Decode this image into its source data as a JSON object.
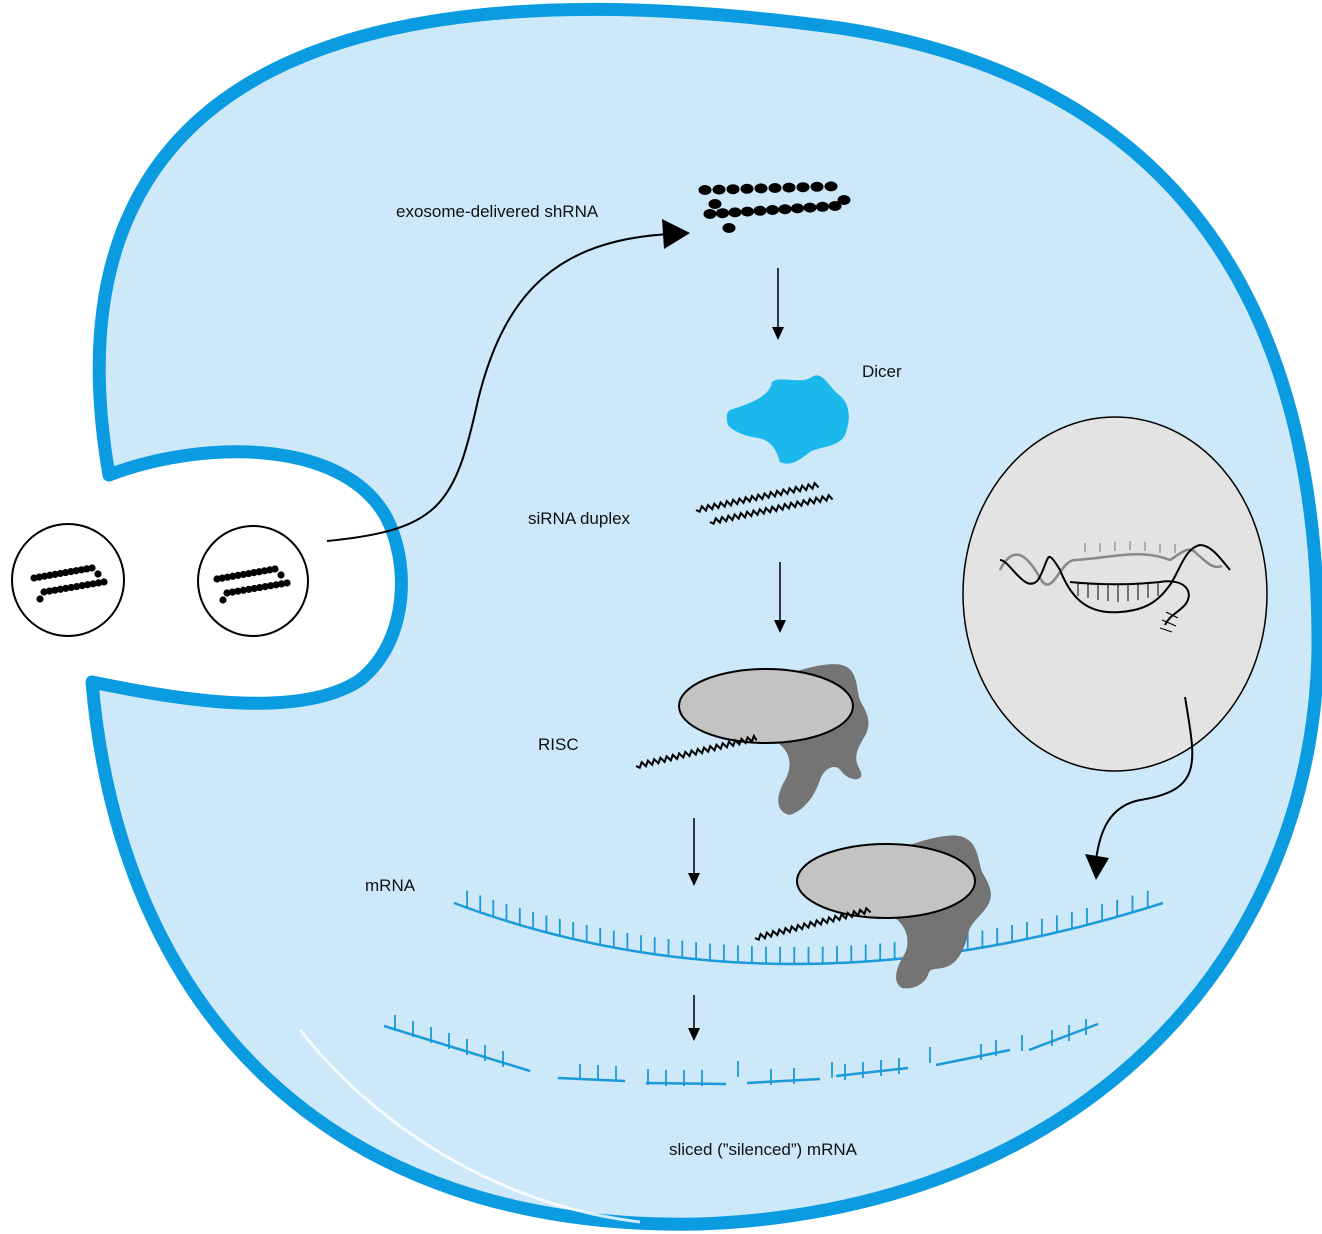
{
  "labels": {
    "shrna": "exosome-delivered shRNA",
    "dicer": "Dicer",
    "sirna": "siRNA duplex",
    "risc": "RISC",
    "mrna": "mRNA",
    "sliced": "sliced (”silenced”) mRNA"
  },
  "colors": {
    "cell_fill": "#cce8f9",
    "membrane": "#0a9be0",
    "dicer": "#1ab8ec",
    "nucleus_fill": "#e3e3e3",
    "risc_oval": "#c3c3c3",
    "risc_protein": "#747474",
    "mrna": "#1a9ad8",
    "ink": "#000000"
  }
}
